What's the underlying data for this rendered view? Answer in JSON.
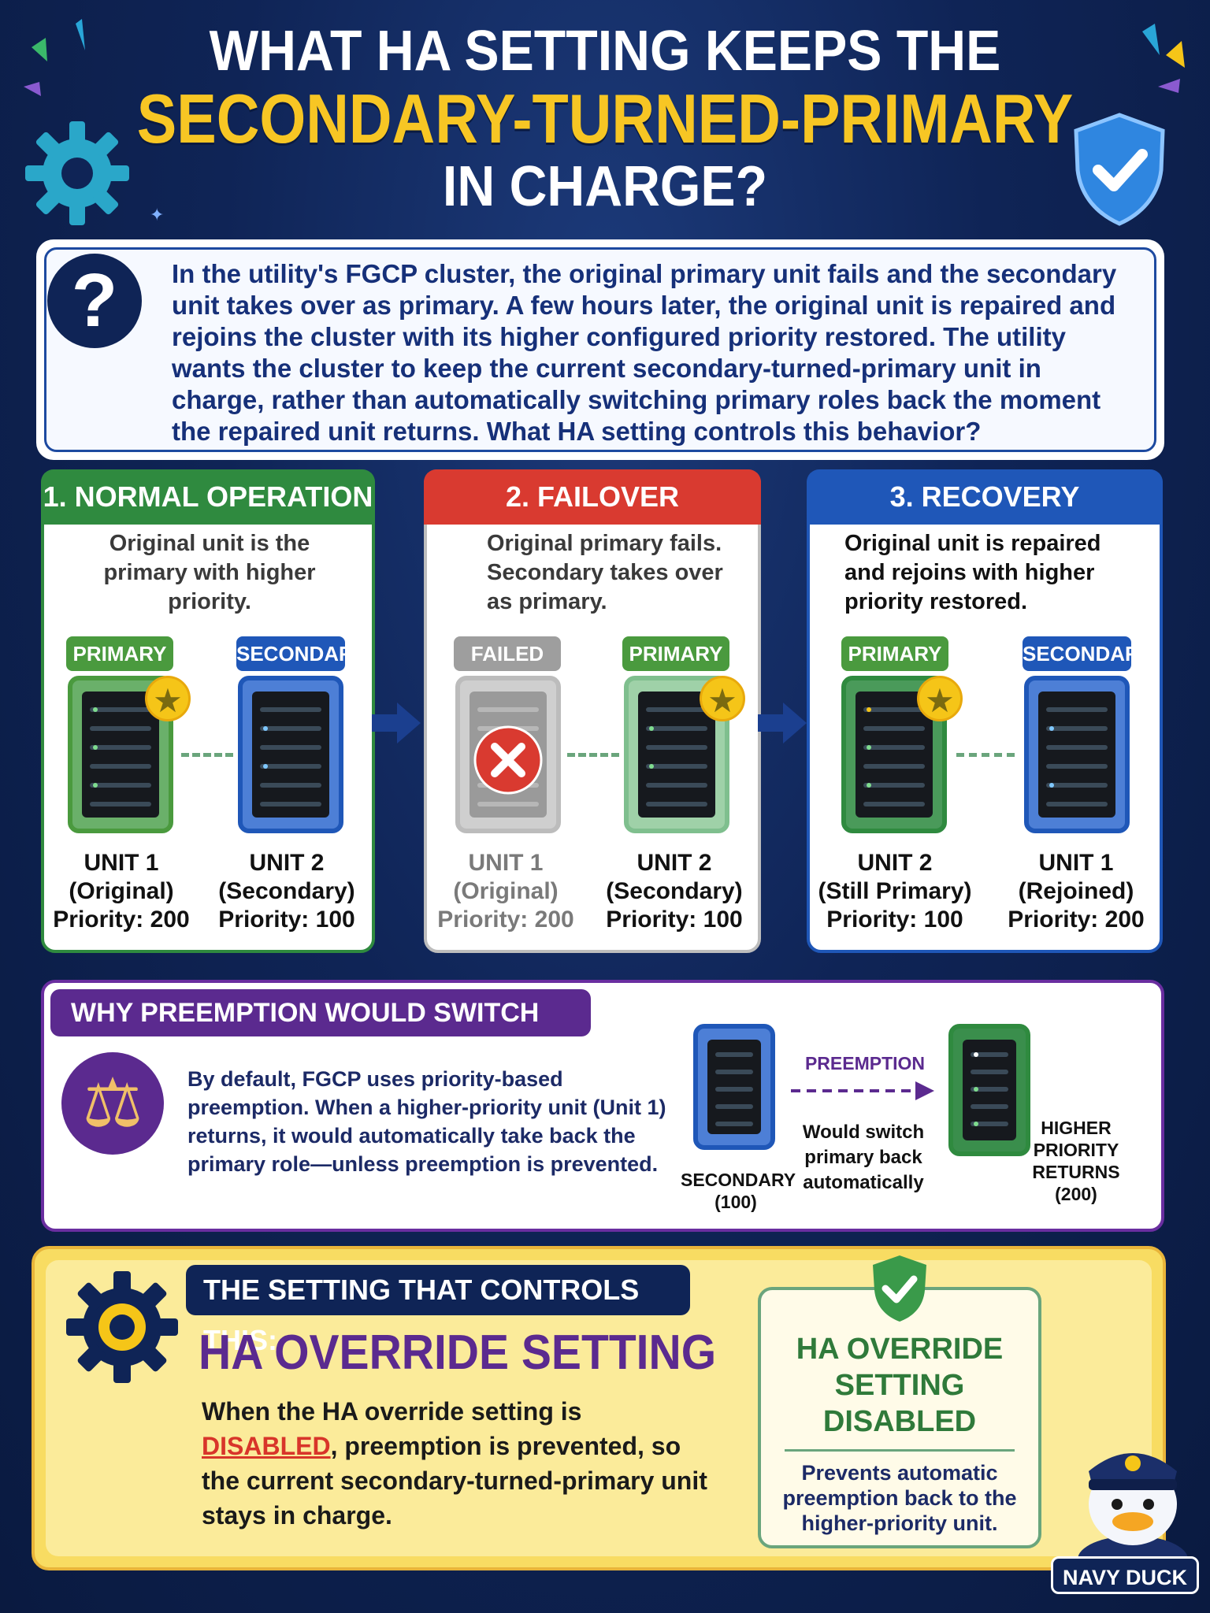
{
  "title": {
    "line1": "WHAT HA SETTING KEEPS THE",
    "line2": "SECONDARY-TURNED-PRIMARY",
    "line3": "IN CHARGE?"
  },
  "question": {
    "icon": "question-mark-icon",
    "text": "In the utility's FGCP cluster, the original primary unit fails and the secondary unit takes over as primary. A few hours later, the original unit is repaired and rejoins the cluster with its higher configured priority restored. The utility wants the cluster to keep the current secondary-turned-primary unit in charge, rather than automatically switching primary roles back the moment the repaired unit returns. What HA setting controls this behavior?"
  },
  "stages": [
    {
      "header": "1. NORMAL OPERATION",
      "color": "#2f8a3f",
      "description": "Original unit is the primary with higher priority.",
      "left": {
        "tag": "PRIMARY",
        "name": "UNIT 1",
        "role": "(Original)",
        "priority": "Priority: 200"
      },
      "right": {
        "tag": "SECONDARY",
        "name": "UNIT 2",
        "role": "(Secondary)",
        "priority": "Priority: 100"
      }
    },
    {
      "header": "2. FAILOVER",
      "color": "#d93a30",
      "description": "Original primary fails. Secondary takes over as primary.",
      "left": {
        "tag": "FAILED",
        "name": "UNIT 1",
        "role": "(Original)",
        "priority": "Priority: 200"
      },
      "right": {
        "tag": "PRIMARY",
        "name": "UNIT 2",
        "role": "(Secondary)",
        "priority": "Priority: 100"
      }
    },
    {
      "header": "3. RECOVERY",
      "color": "#1f57b8",
      "description": "Original unit is repaired and rejoins with higher priority restored.",
      "left": {
        "tag": "PRIMARY",
        "name": "UNIT 2",
        "role": "(Still Primary)",
        "priority": "Priority: 100"
      },
      "right": {
        "tag": "SECONDARY",
        "name": "UNIT 1",
        "role": "(Rejoined)",
        "priority": "Priority: 200"
      }
    }
  ],
  "why": {
    "header": "WHY PREEMPTION WOULD SWITCH BACK",
    "icon": "scales-icon",
    "text": "By default, FGCP uses priority-based preemption. When a higher-priority unit (Unit 1) returns, it would automatically take back the primary role—unless preemption is prevented.",
    "secondary_label": "SECONDARY (100)",
    "arrow_label": "PREEMPTION",
    "arrow_desc": "Would switch primary back automatically",
    "higher_label": "HIGHER PRIORITY RETURNS (200)"
  },
  "setting": {
    "header": "THE SETTING THAT CONTROLS THIS:",
    "name": "HA OVERRIDE SETTING",
    "desc_before": "When the HA override setting is ",
    "desc_highlight": "DISABLED",
    "desc_after": ", preemption is prevented, so the current secondary-turned-primary unit stays in charge.",
    "answer_title": "HA OVERRIDE SETTING DISABLED",
    "answer_desc": "Prevents automatic preemption back to the higher-priority unit.",
    "badge": "NAVY DUCK"
  }
}
